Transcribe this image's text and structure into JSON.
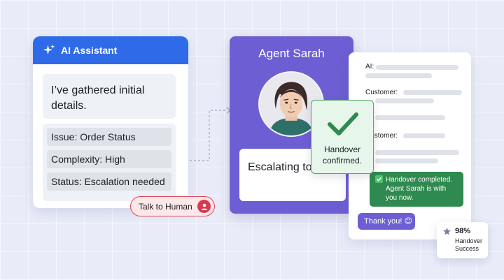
{
  "assistant": {
    "title": "AI Assistant",
    "message": "I’ve gathered initial details.",
    "fields": [
      "Issue: Order Status",
      "Complexity: High",
      "Status: Escalation needed"
    ]
  },
  "talk_button": {
    "label": "Talk to Human"
  },
  "agent": {
    "name": "Agent Sarah",
    "message": "Escalating to Agent Sarah"
  },
  "handover": {
    "message": "Handover confirmed."
  },
  "transcript": {
    "labels": {
      "ai": "AI:",
      "customer1": "Customer:",
      "customer2": "Customer:"
    },
    "completed_message": "Handover completed. Agent Sarah is with you now.",
    "reply": "Thank you! 😊"
  },
  "stat": {
    "value": "98%",
    "label": "Handover Success"
  },
  "colors": {
    "primary_blue": "#2f6be8",
    "agent_purple": "#6d5fd3",
    "success_green": "#2f8a4f",
    "alert_red": "#d73a4f"
  }
}
